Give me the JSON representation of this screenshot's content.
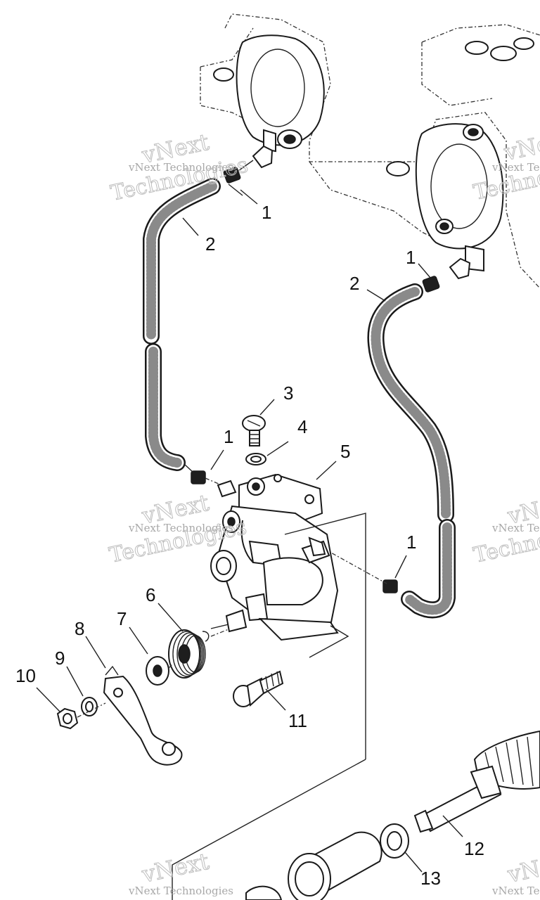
{
  "callouts": [
    {
      "id": "c1a",
      "text": "1"
    },
    {
      "id": "c2a",
      "text": "2"
    },
    {
      "id": "c1b",
      "text": "1"
    },
    {
      "id": "c2b",
      "text": "2"
    },
    {
      "id": "c3",
      "text": "3"
    },
    {
      "id": "c4",
      "text": "4"
    },
    {
      "id": "c5",
      "text": "5"
    },
    {
      "id": "c1c",
      "text": "1"
    },
    {
      "id": "c1d",
      "text": "1"
    },
    {
      "id": "c6",
      "text": "6"
    },
    {
      "id": "c7",
      "text": "7"
    },
    {
      "id": "c8",
      "text": "8"
    },
    {
      "id": "c9",
      "text": "9"
    },
    {
      "id": "c10",
      "text": "10"
    },
    {
      "id": "c11",
      "text": "11"
    },
    {
      "id": "c12",
      "text": "12"
    },
    {
      "id": "c13",
      "text": "13"
    }
  ],
  "watermark": {
    "brand": "vNext",
    "line": "vNext Technologies",
    "word": "Technologies"
  }
}
